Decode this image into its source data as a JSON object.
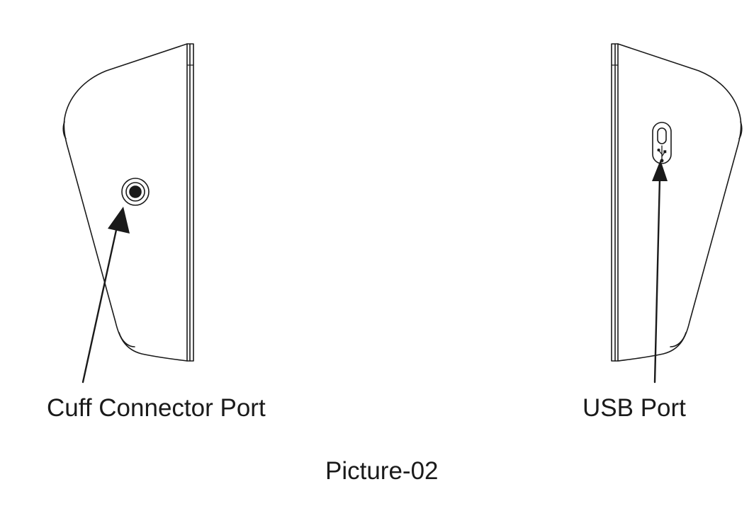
{
  "labels": {
    "left_port": "Cuff Connector Port",
    "right_port": "USB Port"
  },
  "caption": "Picture-02",
  "colors": {
    "line": "#1a1a1a",
    "background": "#ffffff"
  },
  "icons": {
    "usb_symbol": "usb-icon"
  }
}
